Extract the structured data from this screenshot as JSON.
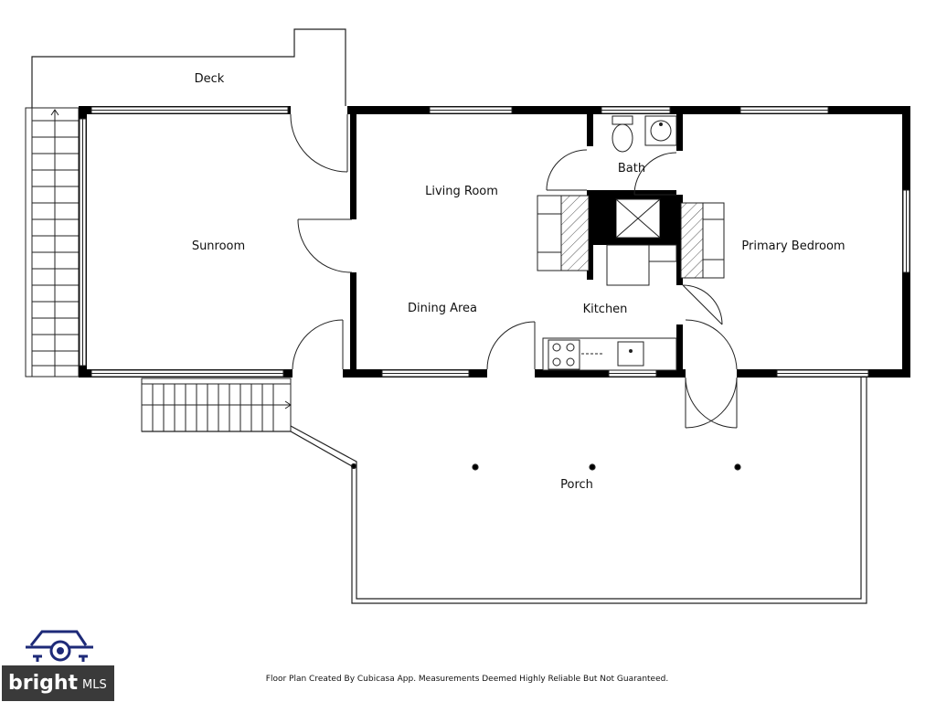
{
  "rooms": {
    "deck": "Deck",
    "sunroom": "Sunroom",
    "living_room": "Living Room",
    "bath": "Bath",
    "primary_bedroom": "Primary Bedroom",
    "dining_area": "Dining Area",
    "kitchen": "Kitchen",
    "porch": "Porch"
  },
  "footer": {
    "disclaimer": "Floor Plan Created By Cubicasa App. Measurements Deemed Highly Reliable But Not Guaranteed."
  },
  "logo": {
    "brand": "bright",
    "suffix": "MLS",
    "accent_color": "#1e2a78",
    "badge_color": "#3a3a3a"
  },
  "colors": {
    "wall": "#000000",
    "line": "#222222",
    "hatch": "#555555"
  }
}
